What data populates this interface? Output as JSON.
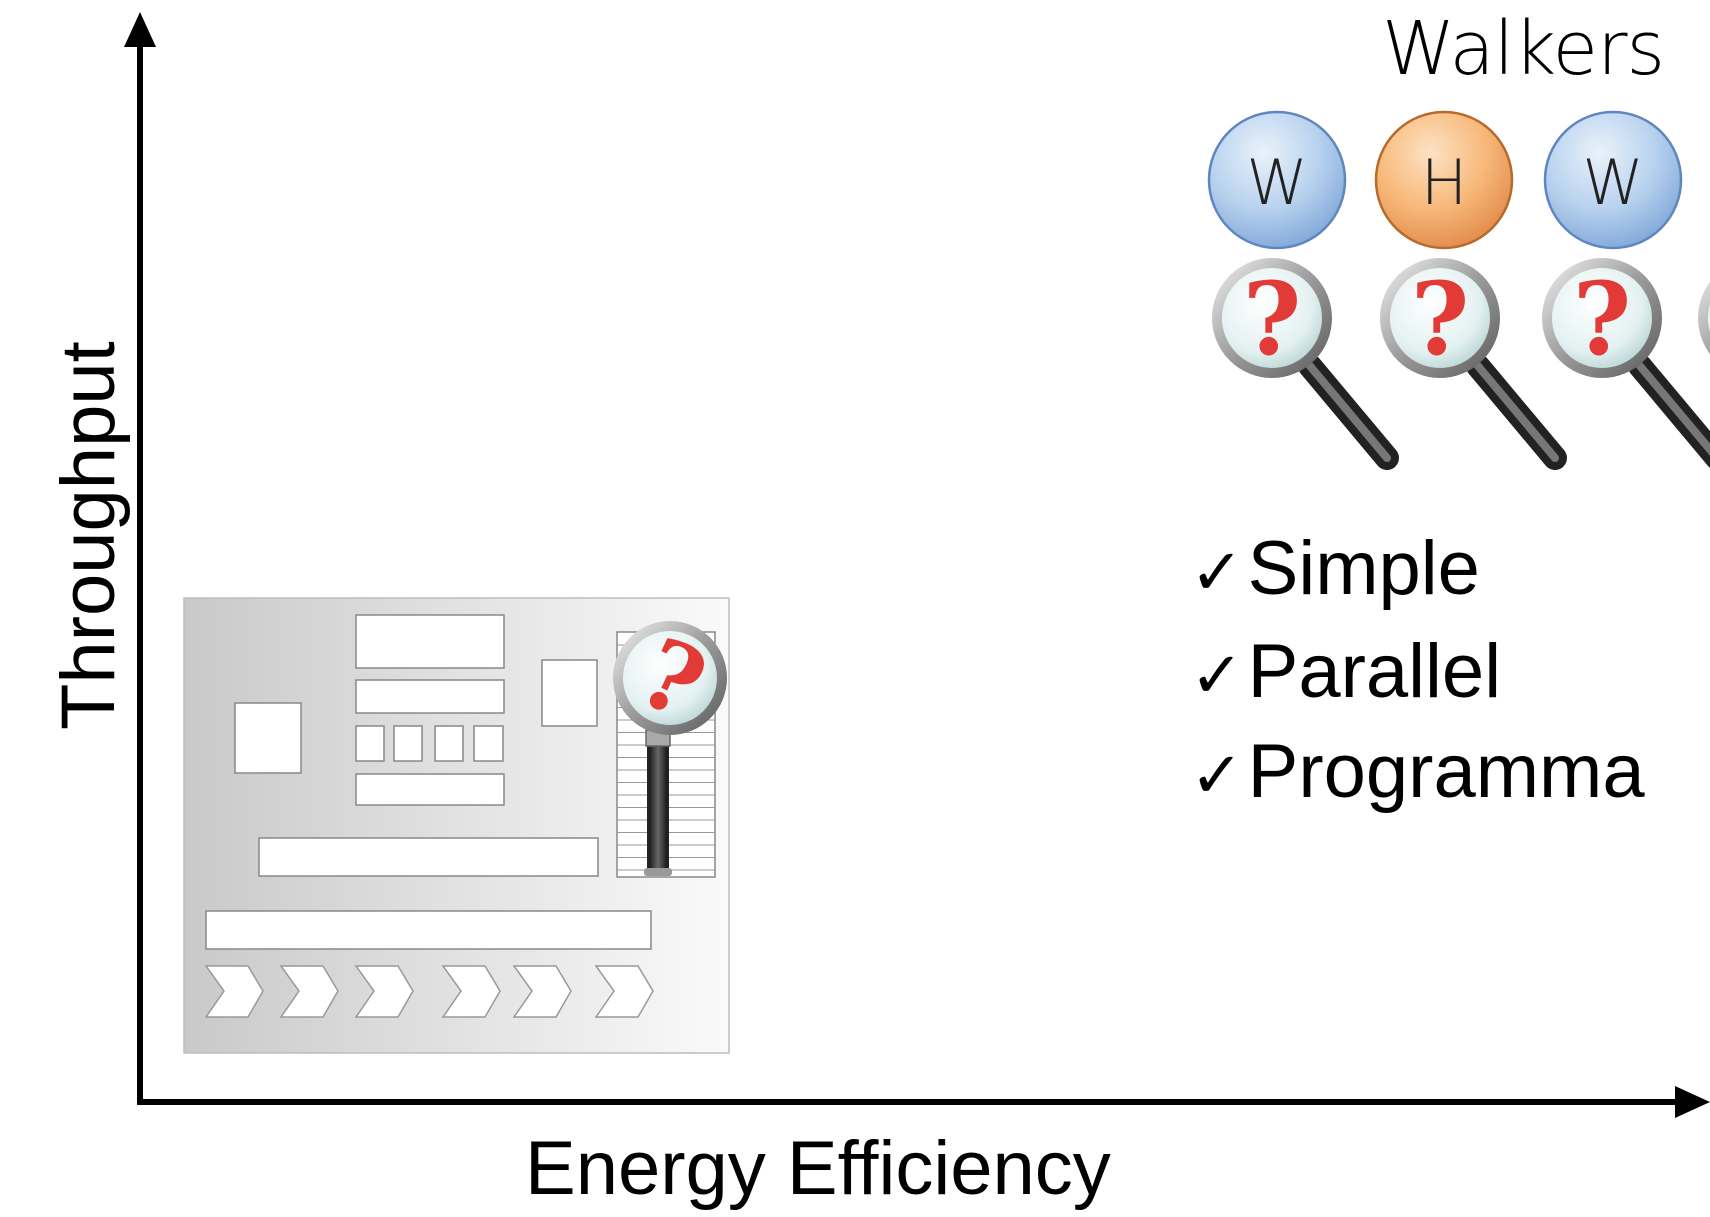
{
  "axes": {
    "x_label": "Energy Efficiency",
    "y_label": "Throughput"
  },
  "walkers": {
    "title": "Walkers",
    "units": [
      {
        "letter": "W",
        "color": "#a9c9ec"
      },
      {
        "letter": "H",
        "color": "#f5ad6b"
      },
      {
        "letter": "W",
        "color": "#a9c9ec"
      }
    ]
  },
  "features": {
    "check": "✓",
    "items": [
      "Simple",
      "Parallel",
      "Programma"
    ]
  },
  "colors": {
    "axis": "#000000",
    "question_mark": "#e23a36",
    "walker_blue_stroke": "#5f86c0",
    "walker_orange_stroke": "#b86a2a"
  }
}
